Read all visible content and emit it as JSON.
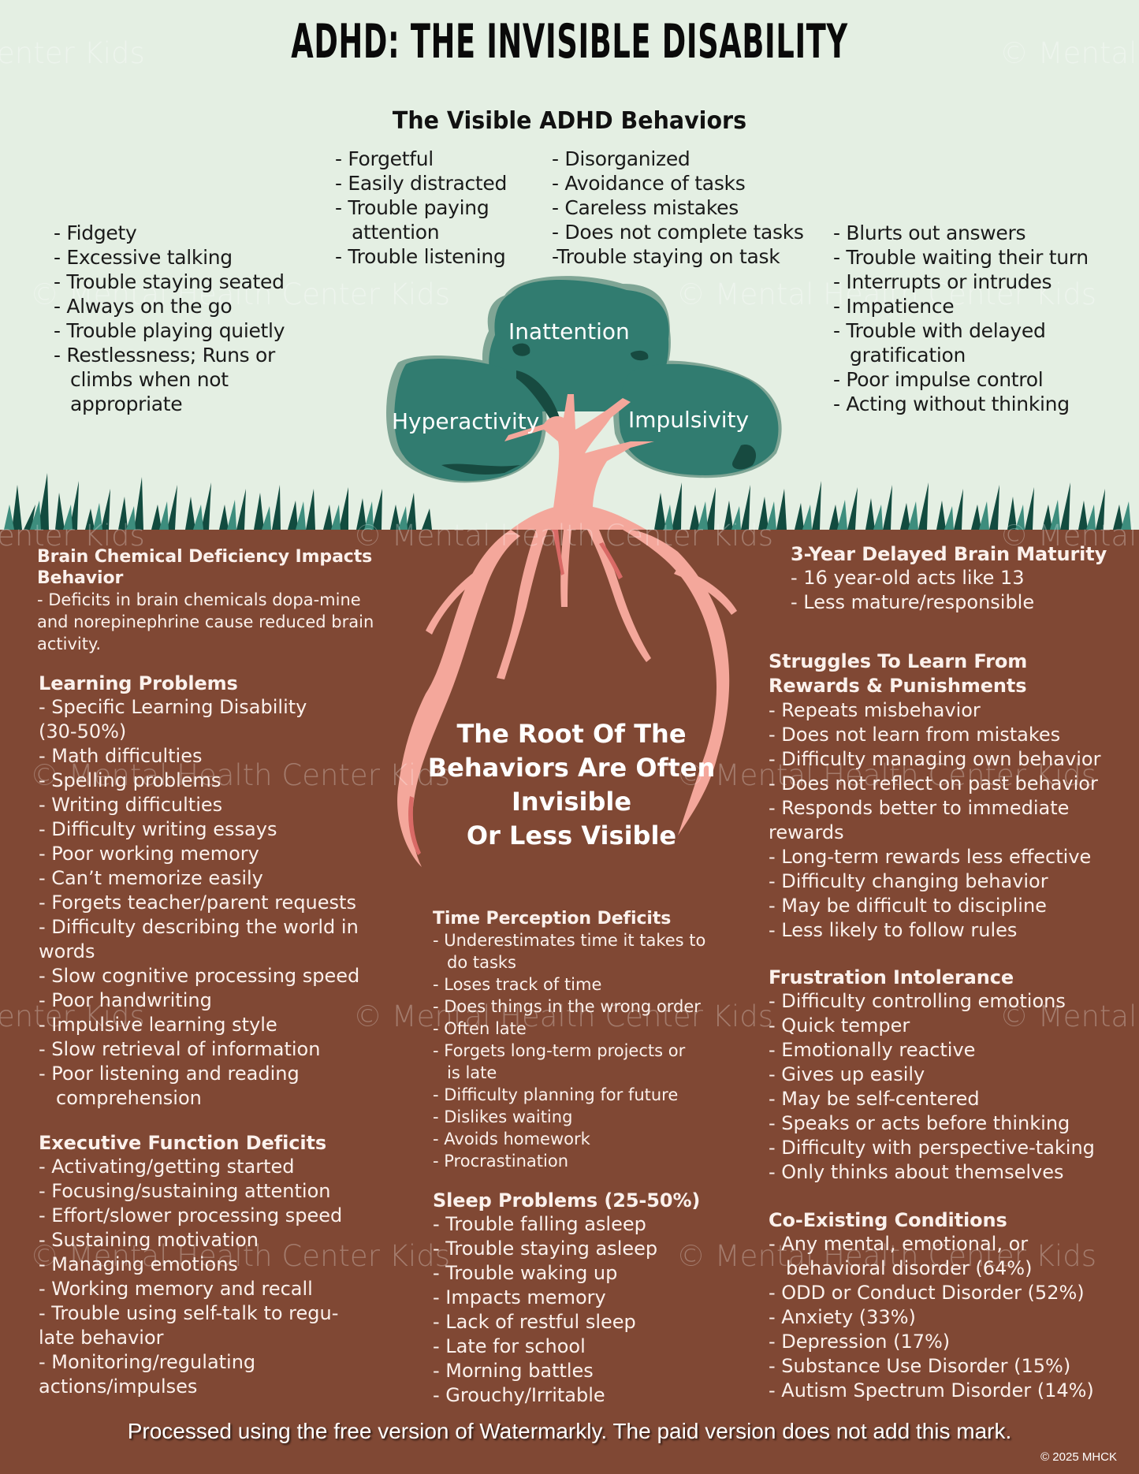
{
  "header": {
    "title": "ADHD: THE INVISIBLE DISABILITY",
    "subtitle": "The Visible ADHD Behaviors"
  },
  "visible_behaviors": {
    "hyperactivity_list": [
      "- Fidgety",
      "- Excessive talking",
      "- Trouble staying seated",
      "- Always on the go",
      "- Trouble playing quietly",
      "- Restlessness; Runs or climbs when not appropriate"
    ],
    "inattention_list_1": [
      "- Forgetful",
      "- Easily distracted",
      "- Trouble paying attention",
      "- Trouble listening"
    ],
    "inattention_list_2": [
      "- Disorganized",
      "- Avoidance of tasks",
      "- Careless mistakes",
      "- Does not complete tasks",
      "-Trouble staying on task"
    ],
    "impulsivity_list": [
      "- Blurts out answers",
      "- Trouble waiting their turn",
      "- Interrupts or intrudes",
      "- Impatience",
      "- Trouble with delayed gratification",
      "- Poor impulse control",
      "- Acting without thinking"
    ]
  },
  "tree": {
    "labels": {
      "inattention": "Inattention",
      "hyperactivity": "Hyperactivity",
      "impulsivity": "Impulsivity"
    },
    "colors": {
      "canopy": "#317c70",
      "canopy_shadow": "#7fa595",
      "canopy_dark": "#174a40",
      "trunk": "#f4a79b",
      "trunk_dark": "#d96a66",
      "grass_dark": "#124b3f",
      "grass_light": "#3d8d7d",
      "soil": "#804834",
      "sky": "#e4efe3"
    },
    "root_title": [
      "The Root Of The",
      "Behaviors Are Often",
      "Invisible",
      "Or Less Visible"
    ]
  },
  "sections": {
    "brain_chemical": {
      "heading": "Brain Chemical Deficiency Impacts Behavior",
      "items": [
        "- Deficits in brain chemicals dopa-mine and norepinephrine cause reduced brain activity."
      ]
    },
    "learning": {
      "heading": "Learning Problems",
      "items": [
        "- Specific Learning Disability (30-50%)",
        "- Math difficulties",
        "- Spelling problems",
        "- Writing difficulties",
        "- Difficulty writing essays",
        "- Poor working memory",
        "- Can’t memorize easily",
        "- Forgets teacher/parent requests",
        "- Difficulty describing the world in words",
        "- Slow cognitive processing speed",
        "- Poor handwriting",
        "- Impulsive learning style",
        "- Slow retrieval of information",
        "- Poor listening and reading comprehension"
      ]
    },
    "executive": {
      "heading": "Executive Function Deficits",
      "items": [
        "- Activating/getting started",
        "- Focusing/sustaining attention",
        "- Effort/slower processing speed",
        "- Sustaining motivation",
        "- Managing emotions",
        "- Working memory and recall",
        "- Trouble using self-talk to regu-late behavior",
        "- Monitoring/regulating actions/impulses"
      ]
    },
    "time": {
      "heading": "Time Perception Deficits",
      "items": [
        "- Underestimates time it takes to do tasks",
        "- Loses track of time",
        "- Does things in the wrong order",
        "- Often late",
        "- Forgets long-term projects or is late",
        "- Difficulty planning for future",
        "- Dislikes waiting",
        "- Avoids homework",
        "- Procrastination"
      ]
    },
    "sleep": {
      "heading": "Sleep Problems (25-50%)",
      "items": [
        "- Trouble falling asleep",
        "- Trouble staying asleep",
        "- Trouble waking up",
        "- Impacts memory",
        "- Lack of restful sleep",
        "- Late for school",
        "- Morning battles",
        "- Grouchy/Irritable"
      ]
    },
    "maturity": {
      "heading": "3-Year Delayed Brain Maturity",
      "items": [
        "- 16 year-old acts like 13",
        "- Less mature/responsible"
      ]
    },
    "rewards": {
      "heading_1": "Struggles To Learn From",
      "heading_2": "Rewards & Punishments",
      "items": [
        "- Repeats misbehavior",
        "- Does not learn from mistakes",
        "- Difficulty managing own behavior",
        "- Does not reflect on past behavior",
        "- Responds better to immediate rewards",
        "- Long-term rewards less effective",
        "- Difficulty changing behavior",
        "- May be difficult to discipline",
        "- Less likely to follow rules"
      ]
    },
    "frustration": {
      "heading": "Frustration Intolerance",
      "items": [
        "- Difficulty controlling emotions",
        "- Quick temper",
        "- Emotionally reactive",
        "- Gives up easily",
        "- May be self-centered",
        "- Speaks or acts before thinking",
        "- Difficulty with perspective-taking",
        "- Only thinks about themselves"
      ]
    },
    "coexisting": {
      "heading": "Co-Existing Conditions",
      "items": [
        "- Any mental, emotional, or behavioral disorder (64%)",
        "- ODD or Conduct Disorder (52%)",
        "- Anxiety (33%)",
        "- Depression (17%)",
        "- Substance Use Disorder (15%)",
        "- Autism Spectrum Disorder (14%)"
      ]
    }
  },
  "watermark": {
    "text": "© Mental Health Center Kids",
    "partial_left": "enter Kids",
    "partial_right": "© Mental"
  },
  "footer": {
    "note": "Processed using the free version of Watermarkly. The paid version does not add this mark.",
    "copyright": "© 2025 MHCK"
  }
}
